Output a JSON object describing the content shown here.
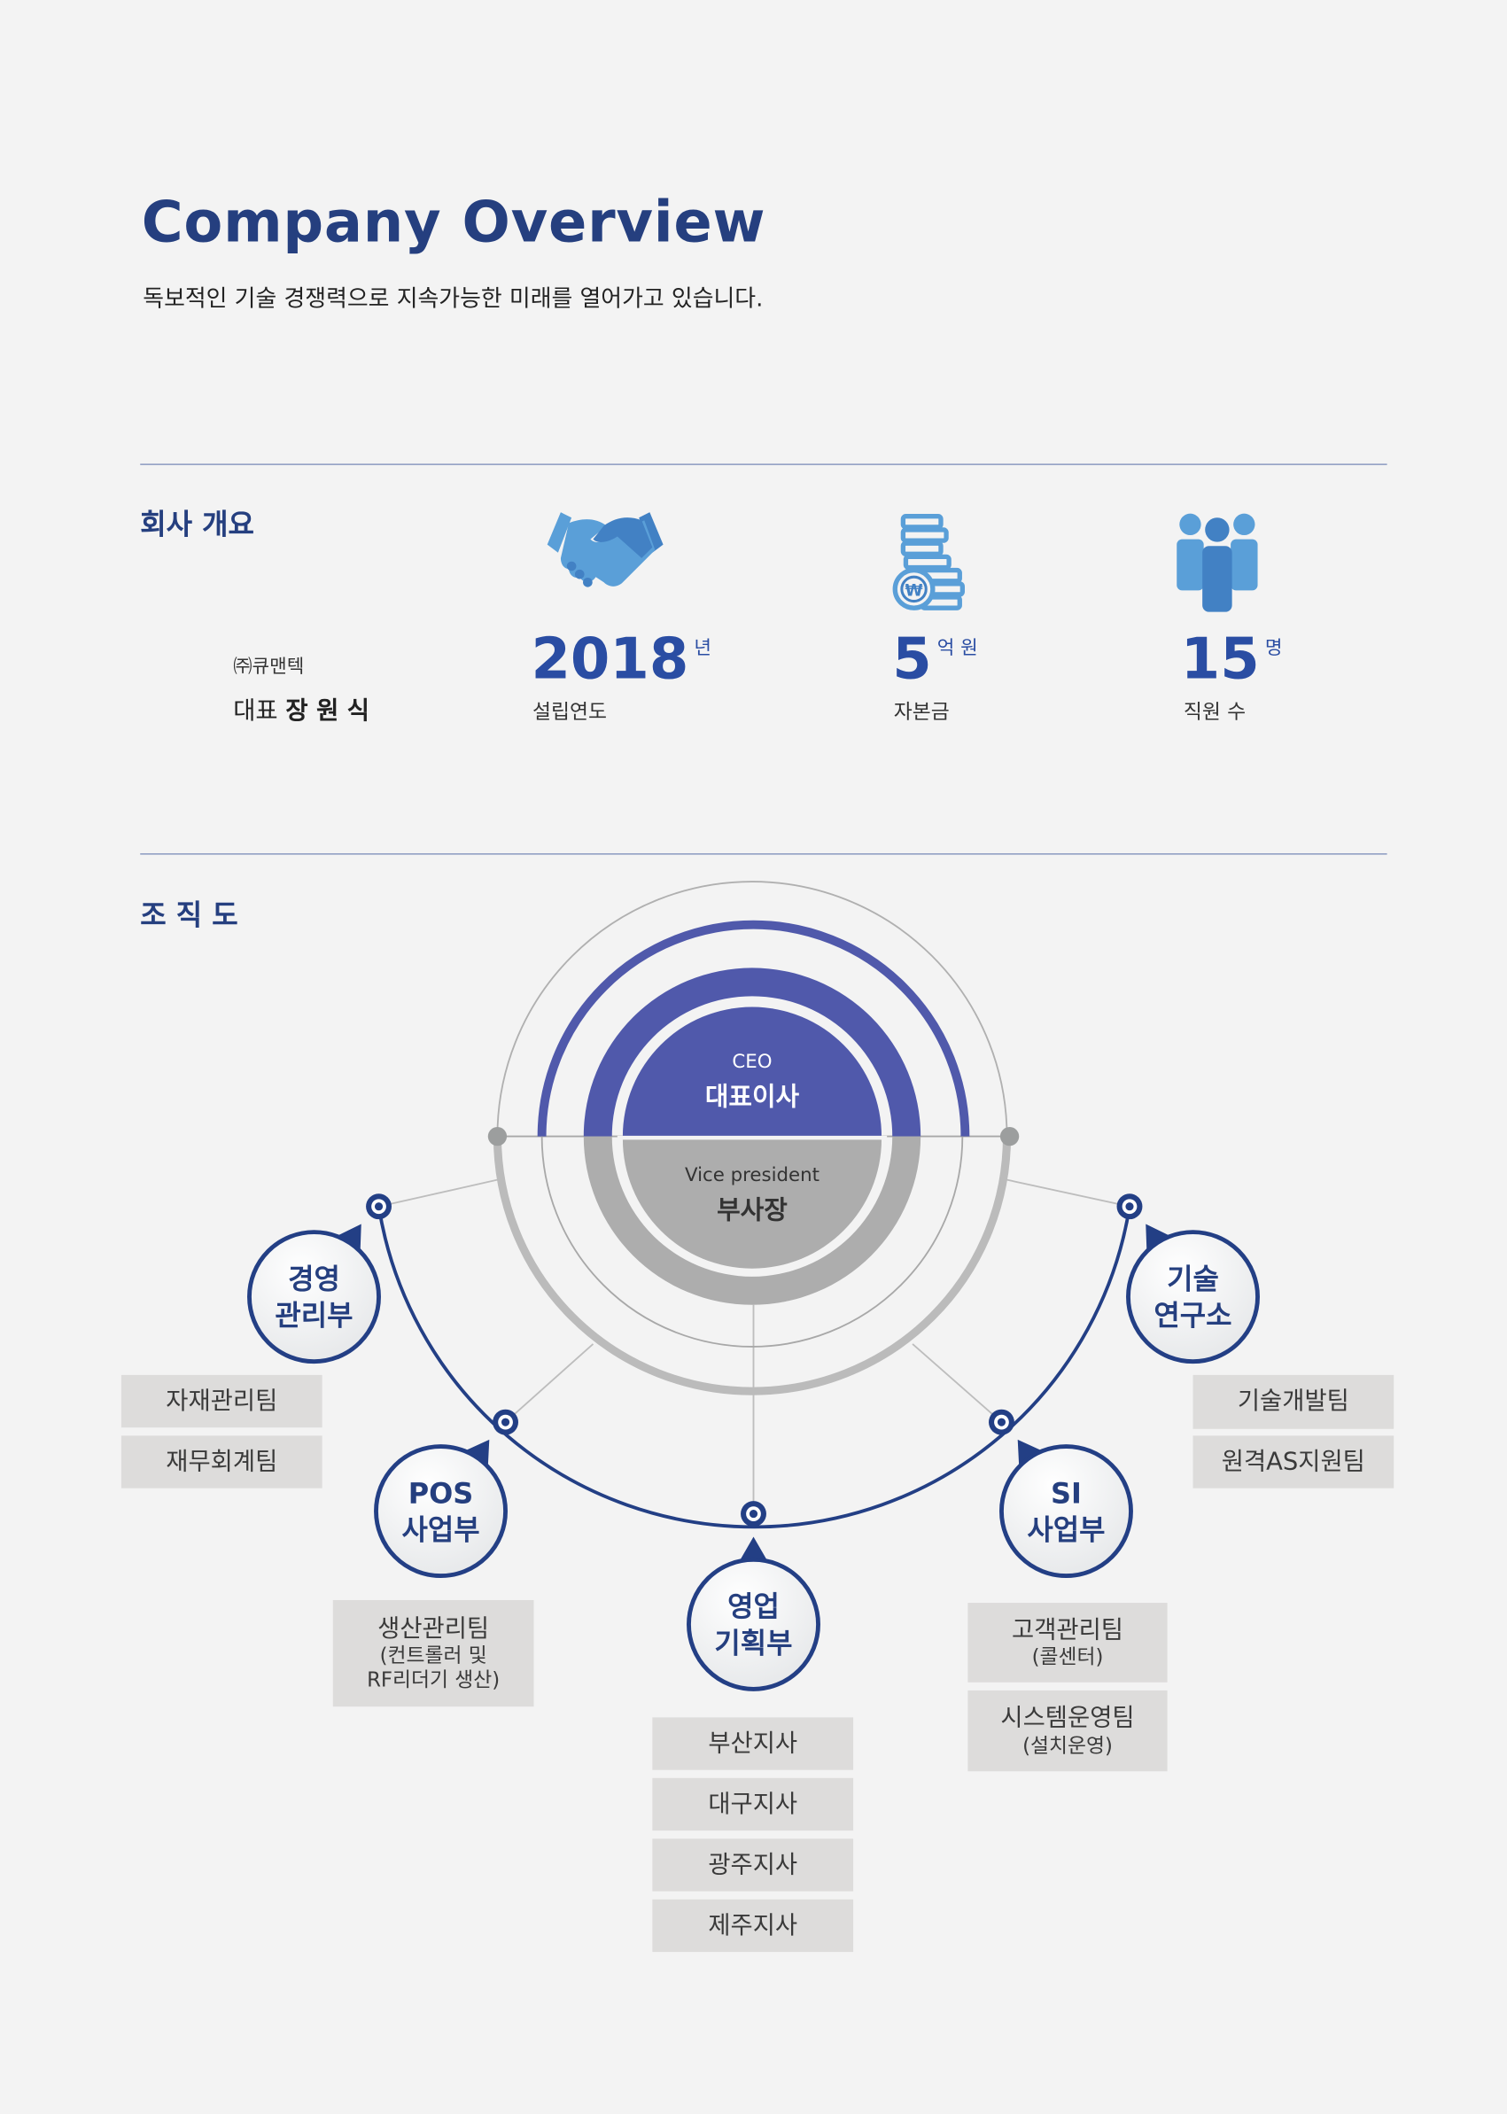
{
  "header": {
    "title": "Company Overview",
    "subtitle": "독보적인 기술 경쟁력으로 지속가능한 미래를 열어가고 있습니다."
  },
  "overview": {
    "section_title": "회사 개요",
    "company_name": "㈜큐맨텍",
    "ceo_prefix": "대표",
    "ceo_name": "장 원 식",
    "stats": [
      {
        "icon": "handshake-icon",
        "value": "2018",
        "unit": "년",
        "label": "설립연도"
      },
      {
        "icon": "coins-won-icon",
        "value": "5",
        "unit": "억 원",
        "label": "자본금"
      },
      {
        "icon": "people-icon",
        "value": "15",
        "unit": "명",
        "label": "직원 수"
      }
    ]
  },
  "org": {
    "section_title": "조 직 도",
    "ceo_en": "CEO",
    "ceo_kr": "대표이사",
    "vp_en": "Vice president",
    "vp_kr": "부사장",
    "departments": [
      {
        "line1": "경영",
        "line2": "관리부",
        "teams": [
          {
            "name": "자재관리팀"
          },
          {
            "name": "재무회계팀"
          }
        ]
      },
      {
        "line1": "POS",
        "line2": "사업부",
        "teams": [
          {
            "name": "생산관리팀",
            "sub1": "(컨트롤러 및",
            "sub2": "RF리더기 생산)"
          }
        ]
      },
      {
        "line1": "영업",
        "line2": "기획부",
        "teams": [
          {
            "name": "부산지사"
          },
          {
            "name": "대구지사"
          },
          {
            "name": "광주지사"
          },
          {
            "name": "제주지사"
          }
        ]
      },
      {
        "line1": "SI",
        "line2": "사업부",
        "teams": [
          {
            "name": "고객관리팀",
            "sub1": "(콜센터)"
          },
          {
            "name": "시스템운영팀",
            "sub1": "(설치운영)"
          }
        ]
      },
      {
        "line1": "기술",
        "line2": "연구소",
        "teams": [
          {
            "name": "기술개발팀"
          },
          {
            "name": "원격AS지원팀"
          }
        ]
      }
    ]
  },
  "colors": {
    "navy": "#253f7f",
    "ceo_blue": "#5059ab",
    "vp_gray": "#adadad",
    "icon_blue": "#4a90d0",
    "box_gray": "#dddcdb"
  }
}
